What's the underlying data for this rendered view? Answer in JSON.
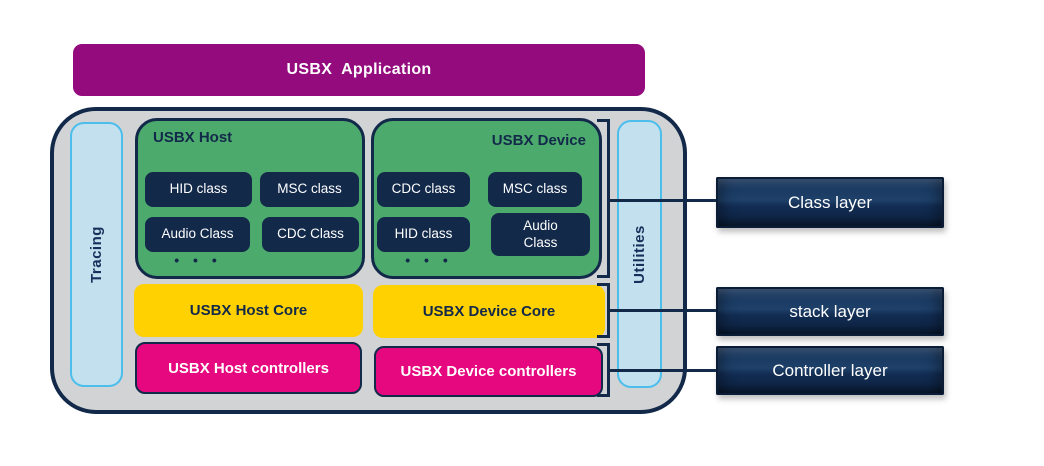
{
  "banner": {
    "label": "USBX  Application"
  },
  "panels": {
    "tracing": "Tracing",
    "utilities": "Utilities"
  },
  "host": {
    "title": "USBX Host",
    "classes": [
      "HID class",
      "MSC class",
      "Audio Class",
      "CDC Class"
    ],
    "ellipsis": "• • •",
    "core": "USBX Host Core",
    "controllers": "USBX Host controllers"
  },
  "device": {
    "title": "USBX Device",
    "classes": [
      "CDC class",
      "MSC class",
      "HID class",
      "Audio Class"
    ],
    "ellipsis": "• • •",
    "core": "USBX Device Core",
    "controllers": "USBX Device controllers"
  },
  "layers": {
    "class": "Class layer",
    "stack": "stack layer",
    "controller": "Controller layer"
  },
  "colors": {
    "banner_purple": "#930B7D",
    "container_grey": "#D2D3D5",
    "navy": "#12294A",
    "green": "#4CAA6D",
    "yellow": "#FFD100",
    "pink": "#E5087E",
    "panel_blue_fill": "#C3E0EF",
    "panel_blue_border": "#4CBEEB",
    "layer_box_navy": "#0D2342"
  }
}
